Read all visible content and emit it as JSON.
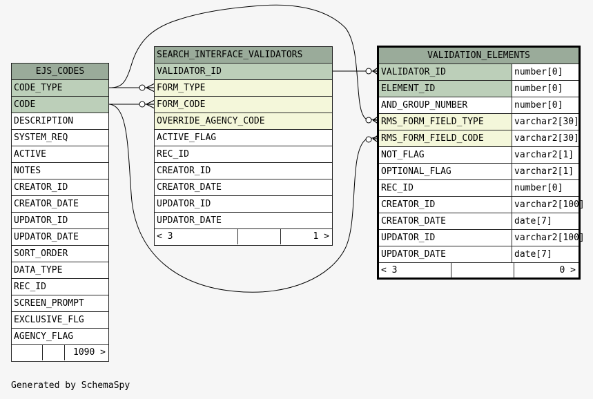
{
  "tables": {
    "ejs_codes": {
      "name": "EJS_CODES",
      "rows": [
        {
          "name": "CODE_TYPE",
          "kind": "pk"
        },
        {
          "name": "CODE",
          "kind": "pk"
        },
        {
          "name": "DESCRIPTION",
          "kind": ""
        },
        {
          "name": "SYSTEM_REQ",
          "kind": ""
        },
        {
          "name": "ACTIVE",
          "kind": ""
        },
        {
          "name": "NOTES",
          "kind": ""
        },
        {
          "name": "CREATOR_ID",
          "kind": ""
        },
        {
          "name": "CREATOR_DATE",
          "kind": ""
        },
        {
          "name": "UPDATOR_ID",
          "kind": ""
        },
        {
          "name": "UPDATOR_DATE",
          "kind": ""
        },
        {
          "name": "SORT_ORDER",
          "kind": ""
        },
        {
          "name": "DATA_TYPE",
          "kind": ""
        },
        {
          "name": "REC_ID",
          "kind": ""
        },
        {
          "name": "SCREEN_PROMPT",
          "kind": ""
        },
        {
          "name": "EXCLUSIVE_FLG",
          "kind": ""
        },
        {
          "name": "AGENCY_FLAG",
          "kind": ""
        }
      ],
      "footer": {
        "left": "",
        "middle": "",
        "right": "1090 >"
      }
    },
    "search_interface_validators": {
      "name": "SEARCH_INTERFACE_VALIDATORS",
      "rows": [
        {
          "name": "VALIDATOR_ID",
          "kind": "pk"
        },
        {
          "name": "FORM_TYPE",
          "kind": "fk"
        },
        {
          "name": "FORM_CODE",
          "kind": "fk"
        },
        {
          "name": "OVERRIDE_AGENCY_CODE",
          "kind": "fk"
        },
        {
          "name": "ACTIVE_FLAG",
          "kind": ""
        },
        {
          "name": "REC_ID",
          "kind": ""
        },
        {
          "name": "CREATOR_ID",
          "kind": ""
        },
        {
          "name": "CREATOR_DATE",
          "kind": ""
        },
        {
          "name": "UPDATOR_ID",
          "kind": ""
        },
        {
          "name": "UPDATOR_DATE",
          "kind": ""
        }
      ],
      "footer": {
        "left": "< 3",
        "middle": "",
        "right": "1 >"
      }
    },
    "validation_elements": {
      "name": "VALIDATION_ELEMENTS",
      "rows": [
        {
          "name": "VALIDATOR_ID",
          "type": "number[0]",
          "kind": "pk"
        },
        {
          "name": "ELEMENT_ID",
          "type": "number[0]",
          "kind": "pk"
        },
        {
          "name": "AND_GROUP_NUMBER",
          "type": "number[0]",
          "kind": ""
        },
        {
          "name": "RMS_FORM_FIELD_TYPE",
          "type": "varchar2[30]",
          "kind": "fk"
        },
        {
          "name": "RMS_FORM_FIELD_CODE",
          "type": "varchar2[30]",
          "kind": "fk"
        },
        {
          "name": "NOT_FLAG",
          "type": "varchar2[1]",
          "kind": ""
        },
        {
          "name": "OPTIONAL_FLAG",
          "type": "varchar2[1]",
          "kind": ""
        },
        {
          "name": "REC_ID",
          "type": "number[0]",
          "kind": ""
        },
        {
          "name": "CREATOR_ID",
          "type": "varchar2[100]",
          "kind": ""
        },
        {
          "name": "CREATOR_DATE",
          "type": "date[7]",
          "kind": ""
        },
        {
          "name": "UPDATOR_ID",
          "type": "varchar2[100]",
          "kind": ""
        },
        {
          "name": "UPDATOR_DATE",
          "type": "date[7]",
          "kind": ""
        }
      ],
      "footer": {
        "left": "< 3",
        "middle": "",
        "right": "0 >"
      }
    }
  },
  "footer_text": "Generated by SchemaSpy",
  "colors": {
    "background": "#f6f6f6",
    "header": "#9aab9a",
    "primary_key": "#bccfb9",
    "foreign_key": "#f4f7da",
    "line": "#000000"
  }
}
